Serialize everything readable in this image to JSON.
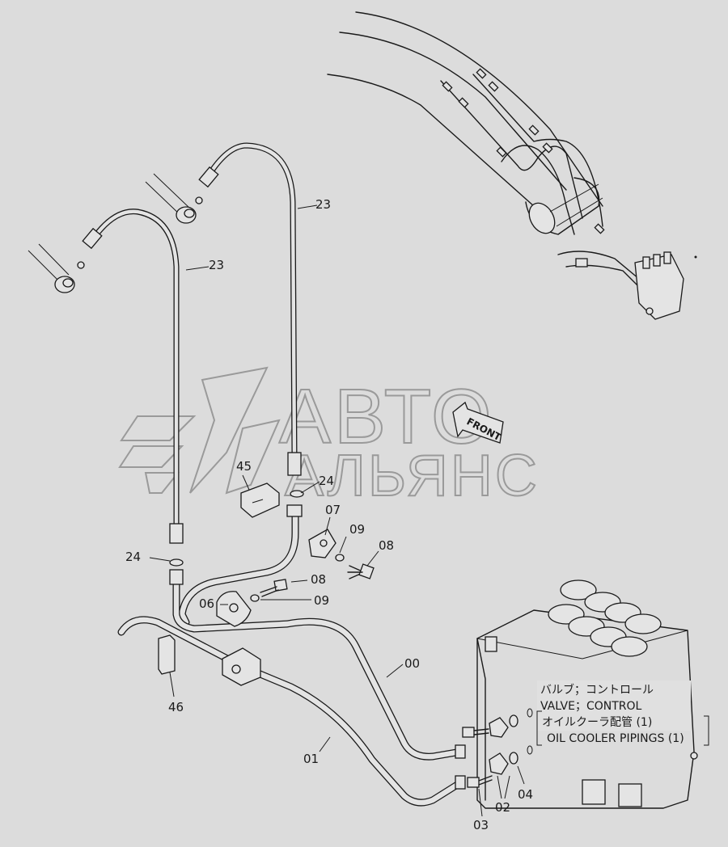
{
  "watermark": {
    "line1": "АВТО",
    "line2": "АЛЬЯНС"
  },
  "direction_marker": {
    "label": "FRONT"
  },
  "part_labels": {
    "p23a": "23",
    "p23b": "23",
    "p24a": "24",
    "p24b": "24",
    "p45": "45",
    "p07": "07",
    "p09a": "09",
    "p08a": "08",
    "p08b": "08",
    "p06": "06",
    "p09b": "09",
    "p46": "46",
    "p00": "00",
    "p01": "01",
    "p04": "04",
    "p02": "02",
    "p03": "03"
  },
  "notes": {
    "valve_jp": "バルブ；コントロール",
    "valve_en": "VALVE；CONTROL",
    "cooler_jp": "オイルクーラ配管 (1)",
    "cooler_en": "OIL COOLER PIPINGS (1)"
  }
}
